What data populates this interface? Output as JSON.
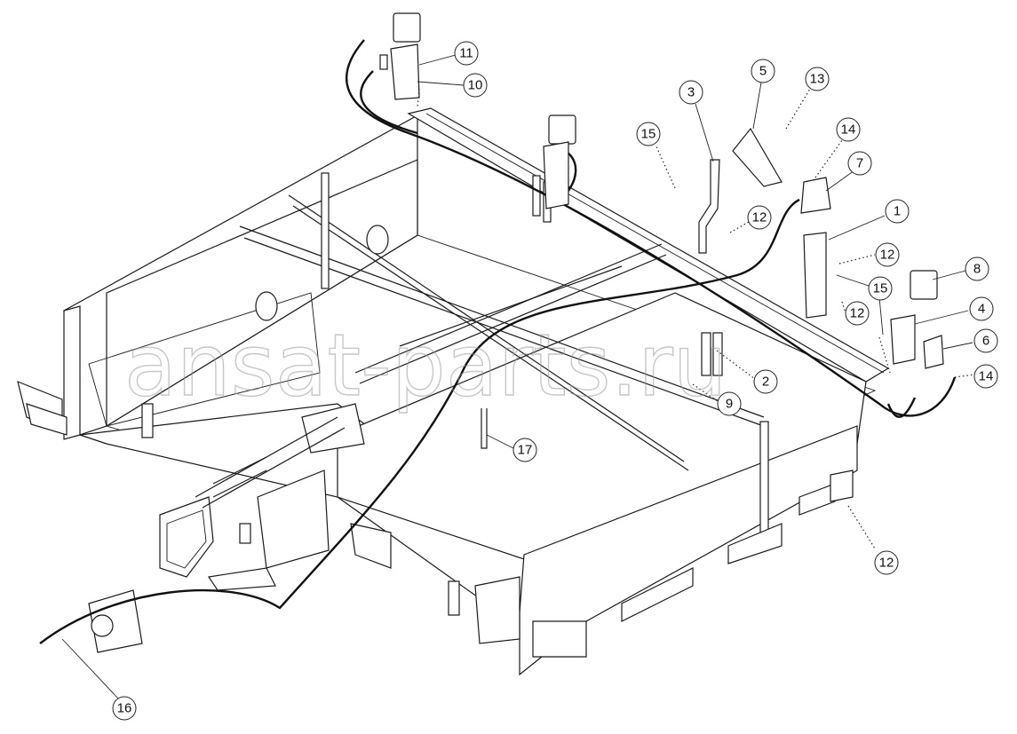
{
  "watermark": "ansat-parts.ru",
  "corner_mark": "",
  "callouts": [
    {
      "id": "c11",
      "label": "11"
    },
    {
      "id": "c10",
      "label": "10"
    },
    {
      "id": "c3",
      "label": "3"
    },
    {
      "id": "c5",
      "label": "5"
    },
    {
      "id": "c13",
      "label": "13"
    },
    {
      "id": "c15a",
      "label": "15"
    },
    {
      "id": "c14a",
      "label": "14"
    },
    {
      "id": "c7",
      "label": "7"
    },
    {
      "id": "c12a",
      "label": "12"
    },
    {
      "id": "c1",
      "label": "1"
    },
    {
      "id": "c12b",
      "label": "12"
    },
    {
      "id": "c15b",
      "label": "15"
    },
    {
      "id": "c12c",
      "label": "12"
    },
    {
      "id": "c8",
      "label": "8"
    },
    {
      "id": "c4",
      "label": "4"
    },
    {
      "id": "c6",
      "label": "6"
    },
    {
      "id": "c2",
      "label": "2"
    },
    {
      "id": "c14b",
      "label": "14"
    },
    {
      "id": "c9",
      "label": "9"
    },
    {
      "id": "c17",
      "label": "17"
    },
    {
      "id": "c12d",
      "label": "12"
    },
    {
      "id": "c16",
      "label": "16"
    }
  ]
}
